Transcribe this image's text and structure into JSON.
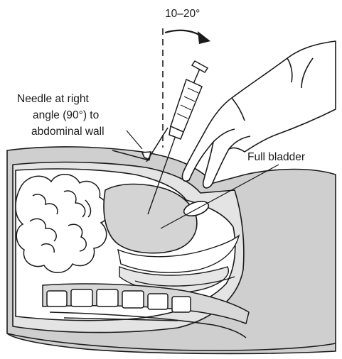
{
  "labels": {
    "angle_range": "10–20°",
    "needle_line1": "Needle at right",
    "needle_line2": "angle (90°) to",
    "needle_line3": "abdominal wall",
    "bladder": "Full bladder"
  },
  "colors": {
    "line": "#1a1a1a",
    "abdominal_wall": "#cfcfcf",
    "cavity_shading": "#e2e2e2",
    "bladder_fill": "#d4d4d4",
    "organ_fill": "#ffffff"
  }
}
